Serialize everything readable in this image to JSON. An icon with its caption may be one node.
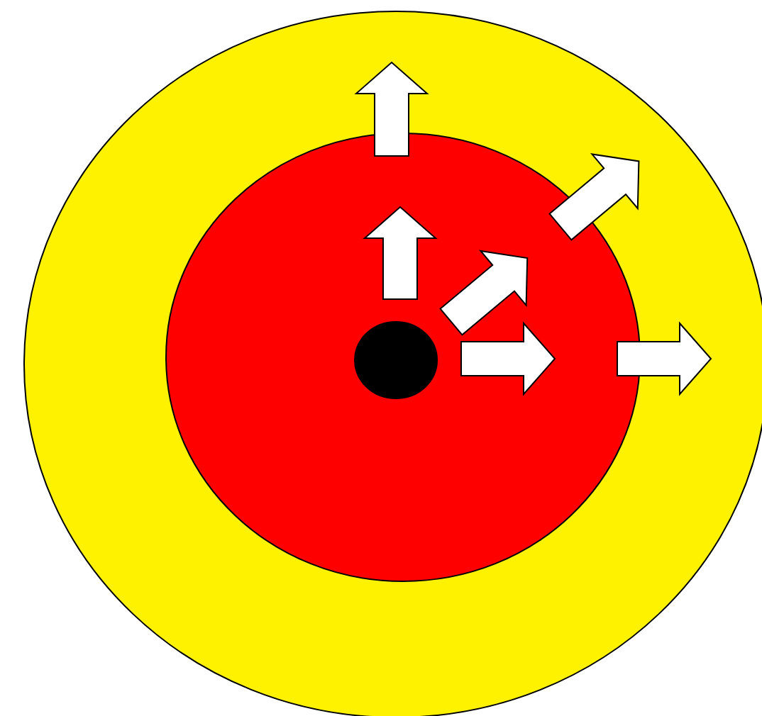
{
  "diagram": {
    "nodes": [
      {
        "text": [],
        "shape": "circle"
      },
      {
        "text": [],
        "shape": "circle",
        "in": 0
      },
      {
        "text": [],
        "shape": "circle",
        "in": 1
      }
    ]
  }
}
